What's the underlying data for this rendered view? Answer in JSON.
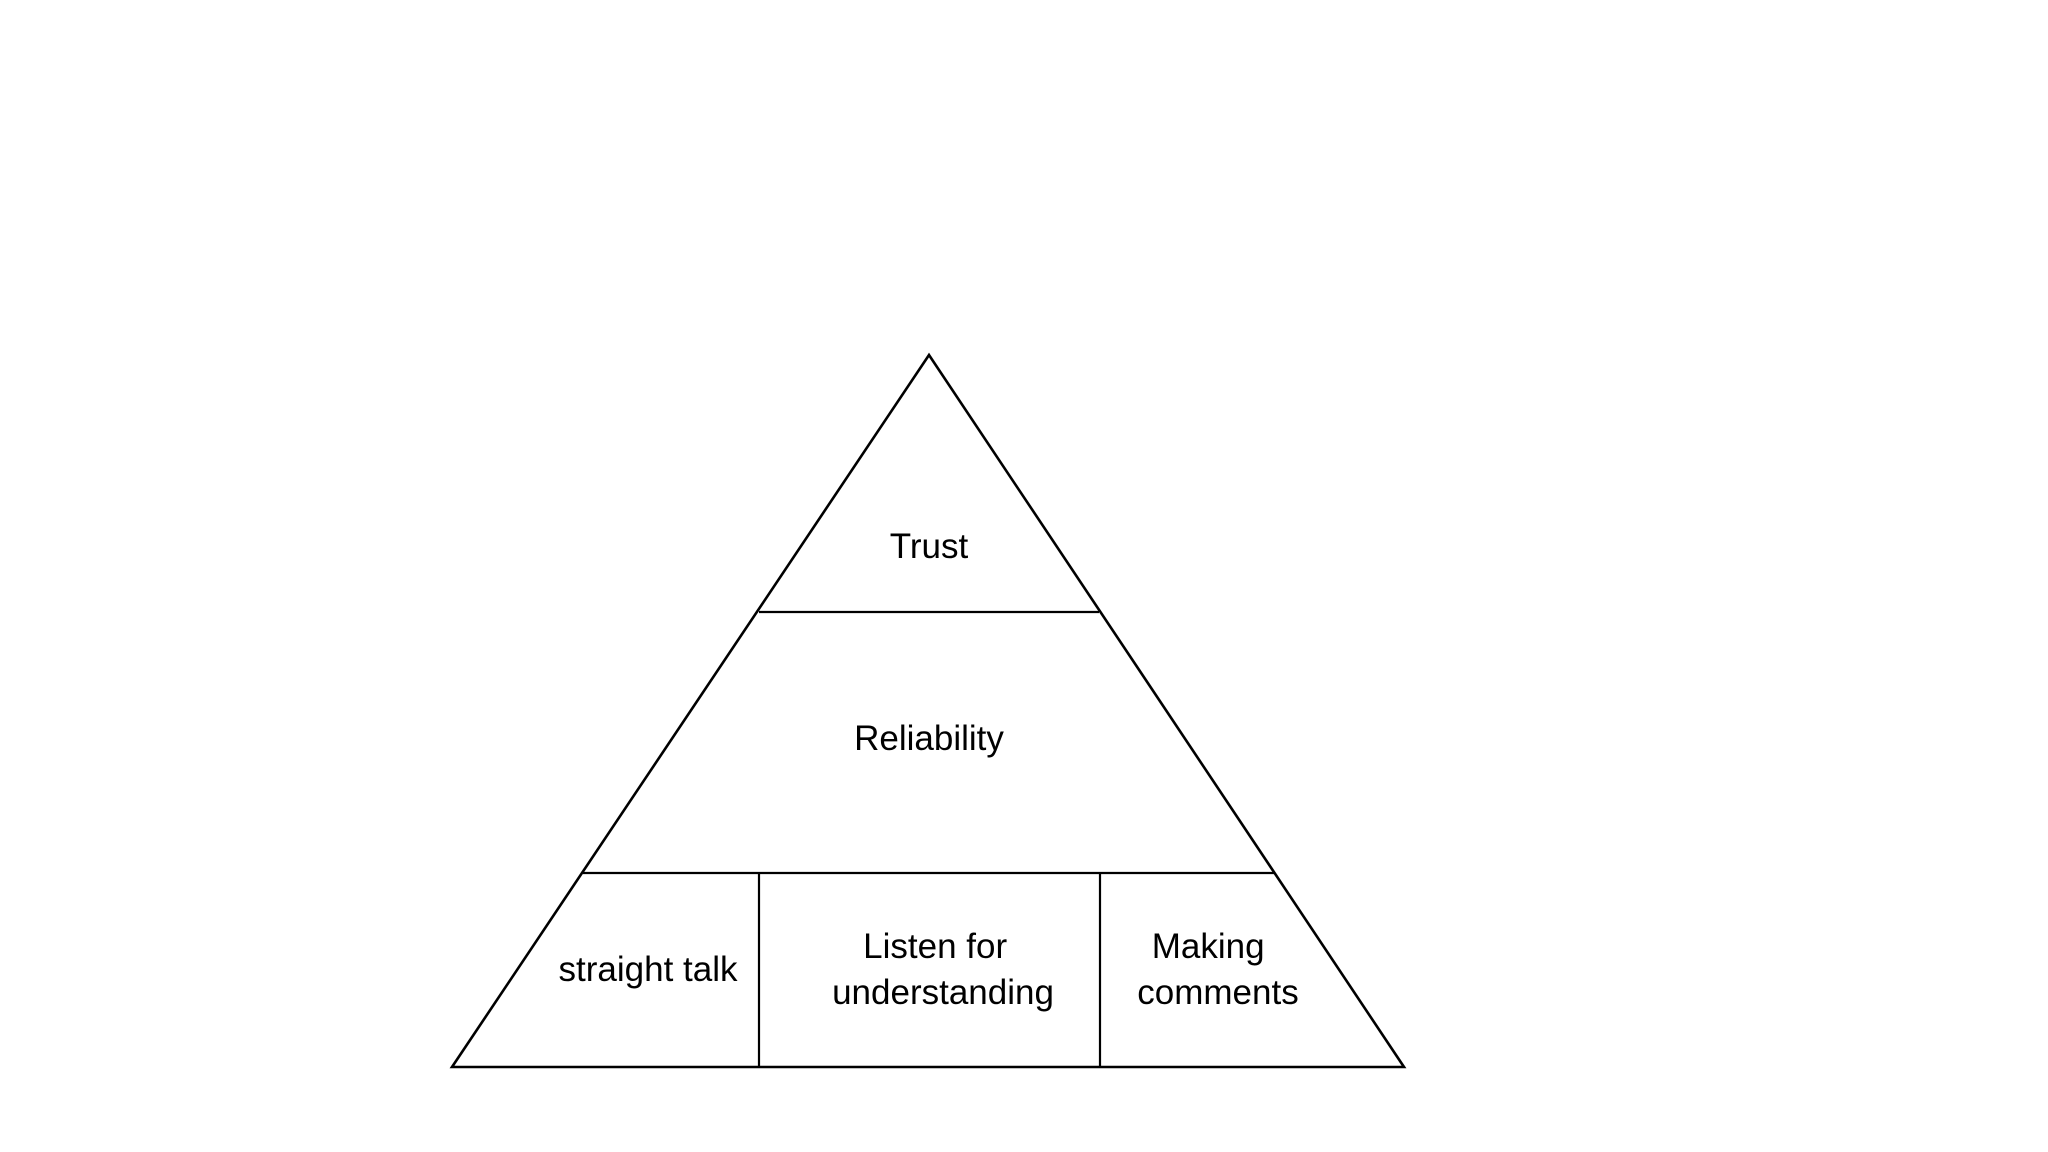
{
  "pyramid": {
    "levels": [
      {
        "id": "top",
        "lines": [
          "Trust"
        ]
      },
      {
        "id": "middle",
        "lines": [
          "Reliability"
        ]
      },
      {
        "id": "base-left",
        "lines": [
          "straight talk"
        ]
      },
      {
        "id": "base-center",
        "lines": [
          "Listen for",
          "understanding"
        ]
      },
      {
        "id": "base-right",
        "lines": [
          "Making",
          "comments"
        ]
      }
    ]
  }
}
